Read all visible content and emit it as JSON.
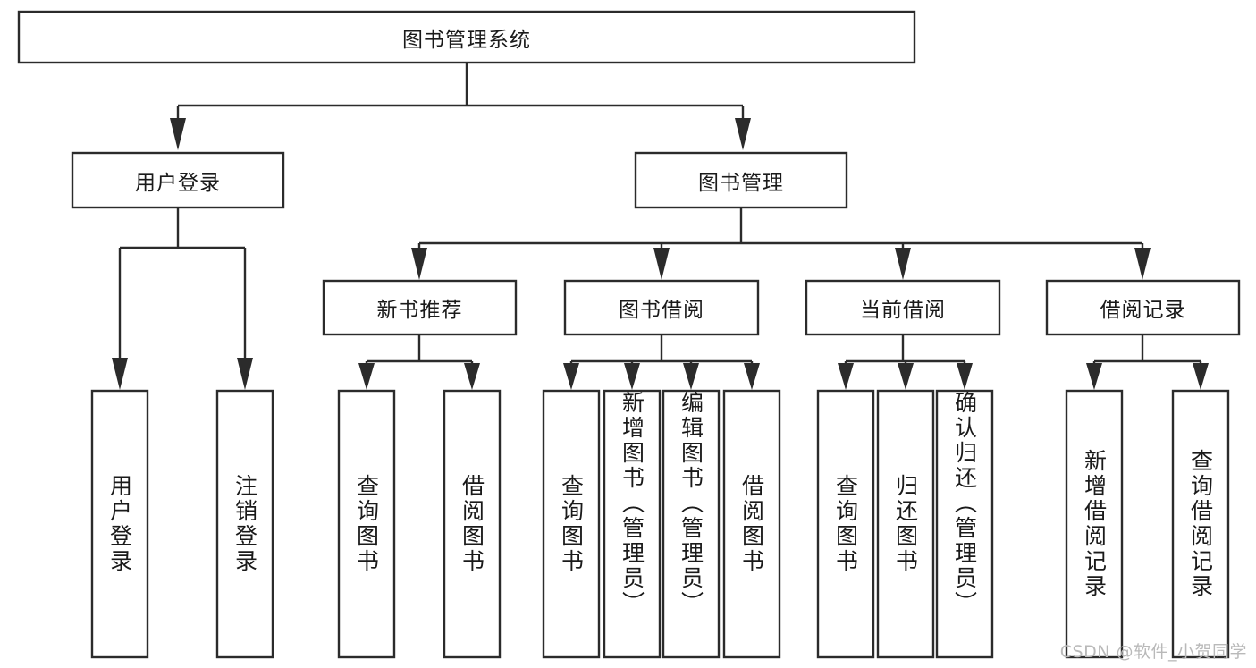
{
  "chart_data": {
    "type": "diagram",
    "title": "图书管理系统",
    "diagram_kind": "tree / hierarchy function decomposition",
    "orientation": "top-down",
    "nodes": [
      {
        "id": "root",
        "label": "图书管理系统",
        "level": 0,
        "parent": null
      },
      {
        "id": "login",
        "label": "用户登录",
        "level": 1,
        "parent": "root"
      },
      {
        "id": "bookmgmt",
        "label": "图书管理",
        "level": 1,
        "parent": "root"
      },
      {
        "id": "l_login",
        "label": "用户登录",
        "level": 2,
        "parent": "login"
      },
      {
        "id": "l_logout",
        "label": "注销登录",
        "level": 2,
        "parent": "login"
      },
      {
        "id": "newbook",
        "label": "新书推荐",
        "level": 2,
        "parent": "bookmgmt"
      },
      {
        "id": "borrow",
        "label": "图书借阅",
        "level": 2,
        "parent": "bookmgmt"
      },
      {
        "id": "current",
        "label": "当前借阅",
        "level": 2,
        "parent": "bookmgmt"
      },
      {
        "id": "records",
        "label": "借阅记录",
        "level": 2,
        "parent": "bookmgmt"
      },
      {
        "id": "nb_query",
        "label": "查询图书",
        "level": 3,
        "parent": "newbook"
      },
      {
        "id": "nb_borrow",
        "label": "借阅图书",
        "level": 3,
        "parent": "newbook"
      },
      {
        "id": "bw_query",
        "label": "查询图书",
        "level": 3,
        "parent": "borrow"
      },
      {
        "id": "bw_add",
        "label": "新增图书（管理员）",
        "level": 3,
        "parent": "borrow"
      },
      {
        "id": "bw_edit",
        "label": "编辑图书（管理员）",
        "level": 3,
        "parent": "borrow"
      },
      {
        "id": "bw_lend",
        "label": "借阅图书",
        "level": 3,
        "parent": "borrow"
      },
      {
        "id": "cu_query",
        "label": "查询图书",
        "level": 3,
        "parent": "current"
      },
      {
        "id": "cu_return",
        "label": "归还图书",
        "level": 3,
        "parent": "current"
      },
      {
        "id": "cu_confirm",
        "label": "确认归还（管理员）",
        "level": 3,
        "parent": "current"
      },
      {
        "id": "rc_add",
        "label": "新增借阅记录",
        "level": 3,
        "parent": "records"
      },
      {
        "id": "rc_query",
        "label": "查询借阅记录",
        "level": 3,
        "parent": "records"
      }
    ]
  },
  "colors": {
    "box_stroke": "#2b2b2b",
    "box_fill": "#ffffff",
    "text": "#1a1a1a",
    "watermark": "#b9b9b9",
    "background": "#ffffff"
  },
  "root": {
    "label": "图书管理系统"
  },
  "level1": [
    {
      "label": "用户登录"
    },
    {
      "label": "图书管理"
    }
  ],
  "level2": [
    {
      "label": "新书推荐"
    },
    {
      "label": "图书借阅"
    },
    {
      "label": "当前借阅"
    },
    {
      "label": "借阅记录"
    }
  ],
  "leaves": {
    "login": [
      {
        "label": "用户登录"
      },
      {
        "label": "注销登录"
      }
    ],
    "newbook": [
      {
        "label": "查询图书"
      },
      {
        "label": "借阅图书"
      }
    ],
    "borrow": [
      {
        "label": "查询图书"
      },
      {
        "label": "新增图书（管理员）"
      },
      {
        "label": "编辑图书（管理员）"
      },
      {
        "label": "借阅图书"
      }
    ],
    "current": [
      {
        "label": "查询图书"
      },
      {
        "label": "归还图书"
      },
      {
        "label": "确认归还（管理员）"
      }
    ],
    "records": [
      {
        "label": "新增借阅记录"
      },
      {
        "label": "查询借阅记录"
      }
    ]
  },
  "watermark": {
    "text": "CSDN @软件_小贺同学"
  }
}
